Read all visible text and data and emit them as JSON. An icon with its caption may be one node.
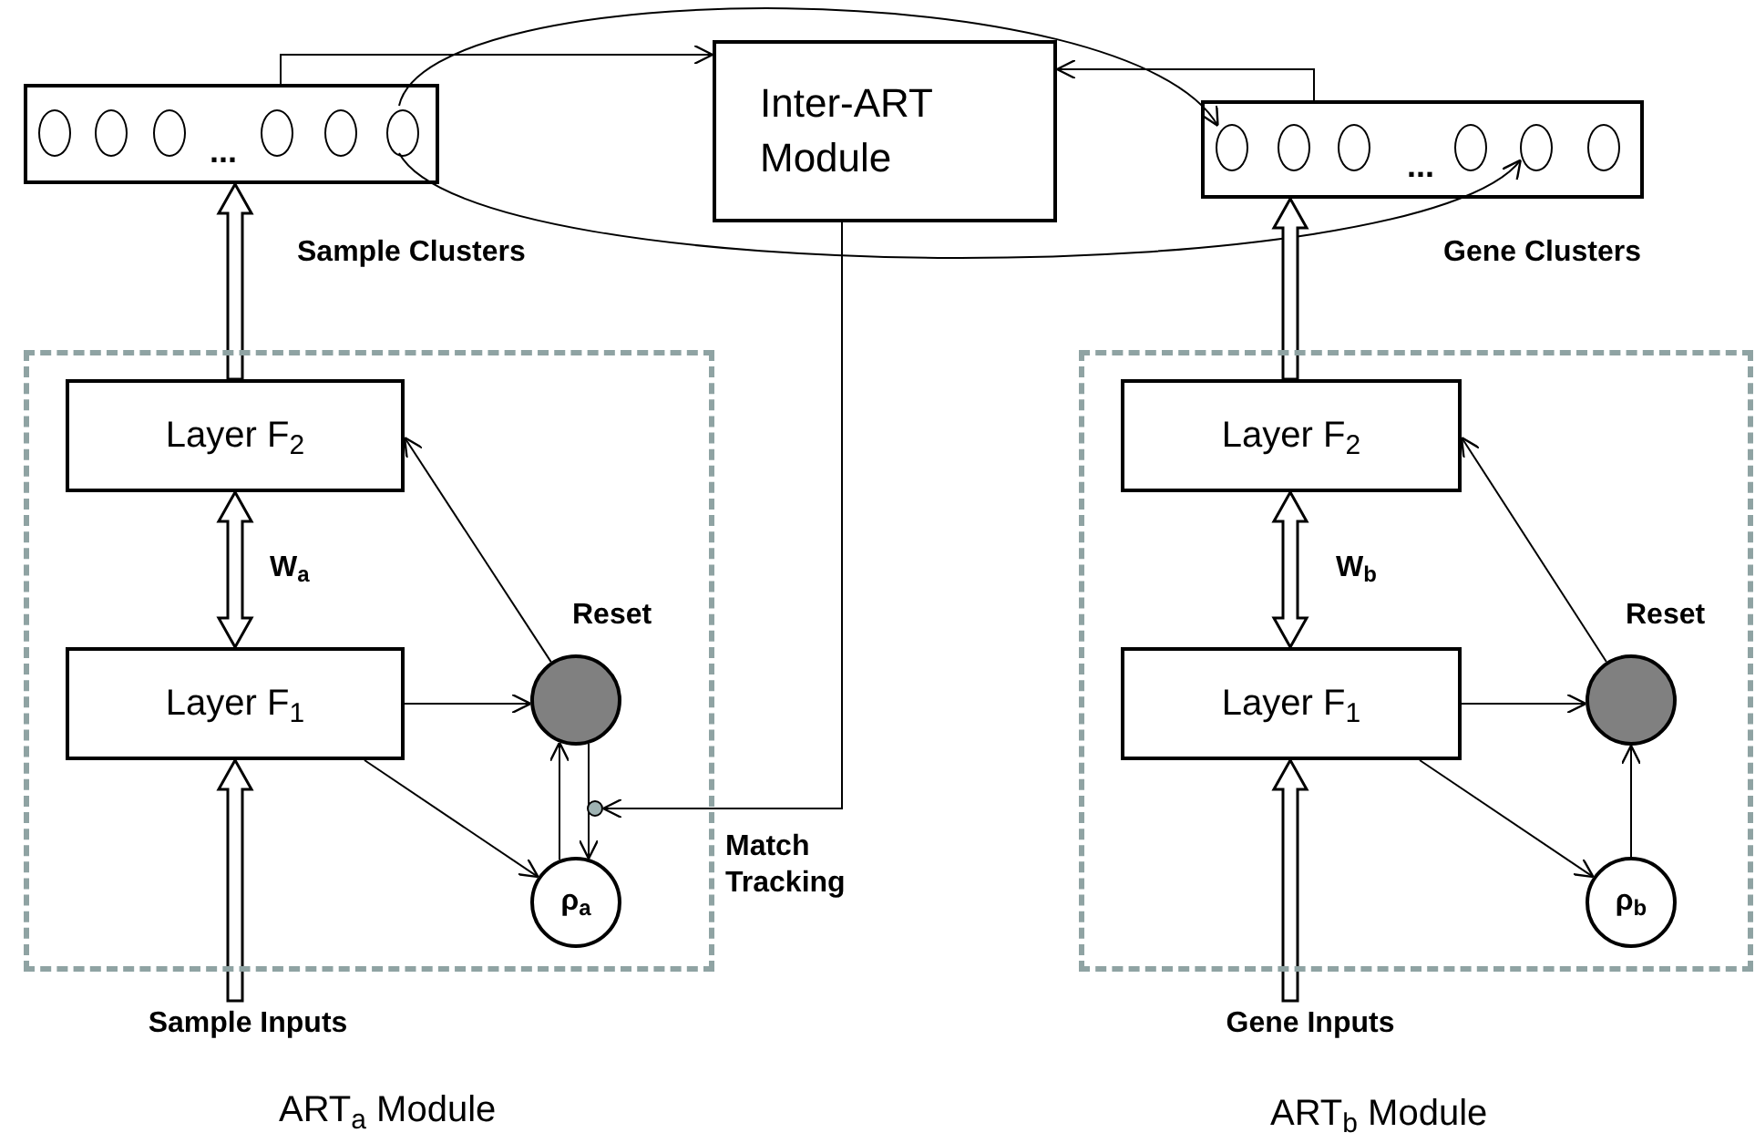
{
  "diagram": {
    "nodes": [
      {
        "text": [],
        "shape": "box",
        "beside": [
          "Sample Clusters"
        ]
      },
      {
        "text": [],
        "shape": "ellipse",
        "in": 0
      },
      {
        "text": [],
        "shape": "ellipse",
        "in": 0
      },
      {
        "text": [],
        "shape": "ellipse",
        "in": 0
      },
      {
        "text": [],
        "shape": "ellipse",
        "in": 0
      },
      {
        "text": [],
        "shape": "ellipse",
        "in": 0
      },
      {
        "text": [],
        "shape": "ellipse",
        "in": 0
      },
      {
        "text": [
          "Inter-ART Module"
        ]
      },
      {
        "text": [],
        "shape": "box",
        "beside": [
          "Gene Clusters"
        ]
      },
      {
        "text": [],
        "shape": "ellipse",
        "in": 8
      },
      {
        "text": [],
        "shape": "ellipse",
        "in": 8
      },
      {
        "text": [],
        "shape": "ellipse",
        "in": 8
      },
      {
        "text": [],
        "shape": "ellipse",
        "in": 8
      },
      {
        "text": [],
        "shape": "ellipse",
        "in": 8
      },
      {
        "text": [],
        "shape": "ellipse",
        "in": 8
      },
      {
        "text": [
          "ART$_{a}$ Module"
        ]
      },
      {
        "text": [
          "Layer F$_{2}$"
        ],
        "in": 15
      },
      {
        "text": [
          "Layer F$_{1}$"
        ],
        "in": 15
      },
      {
        "text": [],
        "shape": "circle",
        "in": 15,
        "beside": [
          "Reset"
        ]
      },
      {
        "text": [
          "ρ$_{a}$"
        ],
        "in": 15
      },
      {
        "text": [
          "Sample Inputs"
        ]
      },
      {
        "text": [
          "ART$_{b}$ Module"
        ]
      },
      {
        "text": [
          "Layer F$_{2}$"
        ],
        "in": 21
      },
      {
        "text": [
          "Layer F$_{1}$"
        ],
        "in": 21
      },
      {
        "text": [],
        "shape": "circle",
        "in": 21,
        "beside": [
          "Reset"
        ]
      },
      {
        "text": [
          "ρ$_{b}$"
        ],
        "in": 21
      },
      {
        "text": [
          "Gene Inputs"
        ]
      },
      {
        "text": [],
        "shape": "dot",
        "in": 15
      }
    ],
    "edges": [
      {
        "from": 0,
        "to": 7,
        "arrow": "to"
      },
      {
        "from": 8,
        "to": 7,
        "arrow": "to"
      },
      {
        "from": 6,
        "to": 9,
        "arrow": "to"
      },
      {
        "from": 6,
        "to": 13,
        "arrow": "to"
      },
      {
        "from": 16,
        "to": 0,
        "arrow": "to",
        "style": "thick"
      },
      {
        "from": 16,
        "to": 17,
        "arrow": "both",
        "style": "thick",
        "label": "W$_{a}$"
      },
      {
        "from": 20,
        "to": 17,
        "arrow": "to",
        "style": "thick"
      },
      {
        "from": 17,
        "to": 18,
        "arrow": "to"
      },
      {
        "from": 18,
        "to": 16,
        "arrow": "to"
      },
      {
        "from": 17,
        "to": 19,
        "arrow": "to"
      },
      {
        "from": 19,
        "to": 18,
        "arrow": "to"
      },
      {
        "from": 18,
        "to": 19,
        "arrow": "to"
      },
      {
        "from": 7,
        "to": 27,
        "arrow": "to",
        "label": "Match Tracking"
      },
      {
        "from": 22,
        "to": 8,
        "arrow": "to",
        "style": "thick"
      },
      {
        "from": 22,
        "to": 23,
        "arrow": "both",
        "style": "thick",
        "label": "W$_{b}$"
      },
      {
        "from": 26,
        "to": 23,
        "arrow": "to",
        "style": "thick"
      },
      {
        "from": 23,
        "to": 24,
        "arrow": "to"
      },
      {
        "from": 24,
        "to": 22,
        "arrow": "to"
      },
      {
        "from": 23,
        "to": 25,
        "arrow": "to"
      },
      {
        "from": 25,
        "to": 24,
        "arrow": "to"
      }
    ],
    "labels": [
      "...",
      "..."
    ]
  }
}
